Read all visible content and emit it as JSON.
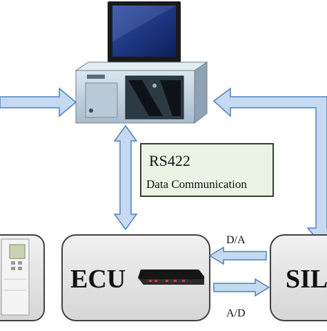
{
  "diagram": {
    "data_box": {
      "title": "RS422",
      "subtitle": "Data Communication"
    },
    "ecu_block": {
      "label": "ECU"
    },
    "sil_block": {
      "label": "SIL"
    },
    "da_label": "D/A",
    "ad_label": "A/D",
    "colors": {
      "arrow_fill": "#c5d9f1",
      "arrow_stroke": "#4f81bd",
      "box_fill": "#e6e6e6",
      "box_stroke": "#404040",
      "data_box_fill": "#eaf4e5",
      "data_box_stroke": "#2f3f2f"
    }
  }
}
